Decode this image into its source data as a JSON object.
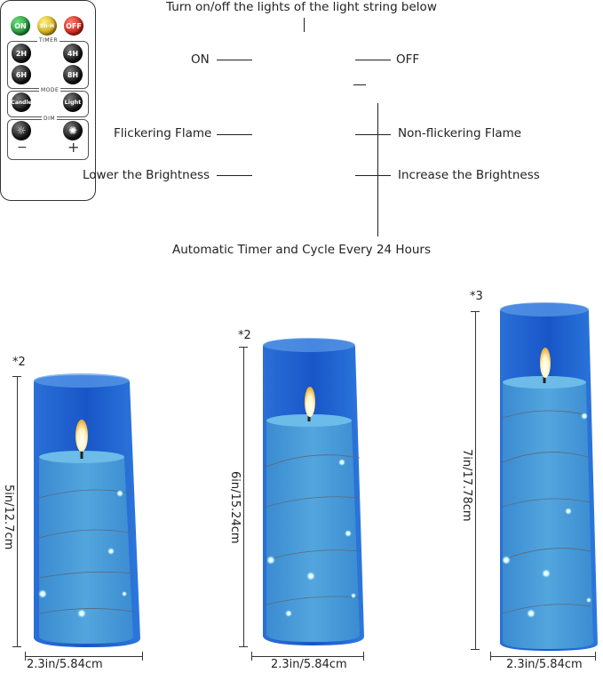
{
  "header": {
    "title": "Turn on/off the lights of the light string below"
  },
  "labels": {
    "on": "ON",
    "off": "OFF",
    "flicker": "Flickering Flame",
    "non_flicker": "Non-flickering Flame",
    "lower": "Lower the Brightness",
    "increase": "Increase the Brightness",
    "timer_note": "Automatic Timer and Cycle Every 24 Hours"
  },
  "remote": {
    "btn_on": "ON",
    "btn_mid": "8h-H",
    "btn_off": "OFF",
    "timer_label": "TIMER",
    "t2": "2H",
    "t4": "4H",
    "t6": "6H",
    "t8": "8H",
    "mode_label": "MODE",
    "candle": "Candle",
    "light": "Light",
    "dim_label": "DIM",
    "minus": "−",
    "plus": "+"
  },
  "candles": [
    {
      "qty": "*2",
      "height": "5in/12.7cm",
      "width": "2.3in/5.84cm"
    },
    {
      "qty": "*2",
      "height": "6in/15.24cm",
      "width": "2.3in/5.84cm"
    },
    {
      "qty": "*3",
      "height": "7in/17.78cm",
      "width": "2.3in/5.84cm"
    }
  ],
  "colors": {
    "glass": "#1e5fd0",
    "wax": "#4aa0d8",
    "on": "#27a844",
    "mid": "#e0c020",
    "off": "#e03a2a"
  }
}
